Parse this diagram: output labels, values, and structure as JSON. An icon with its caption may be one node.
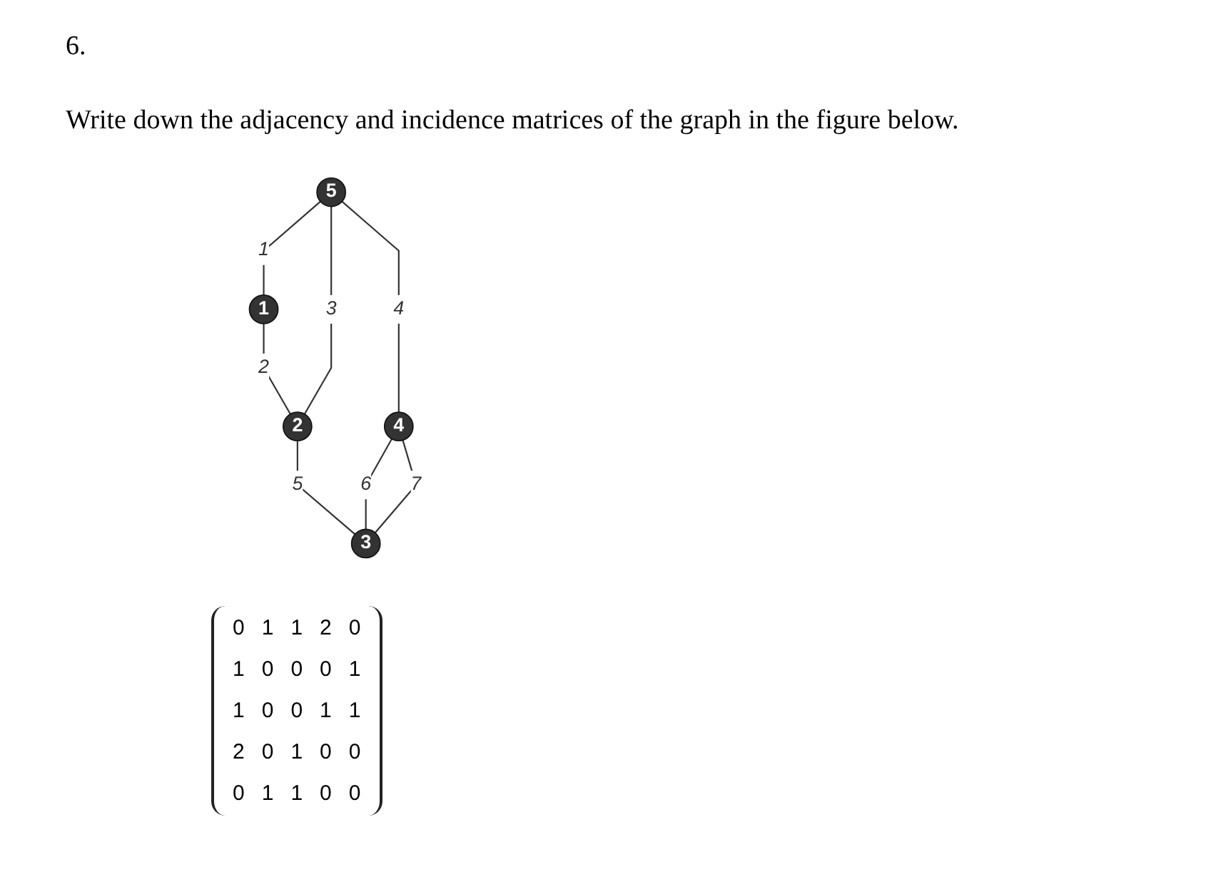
{
  "diagram": {
    "title": "6.",
    "nodes": [
      {
        "text": [
          "1"
        ]
      },
      {
        "text": [
          "5"
        ]
      },
      {
        "text": [
          "2"
        ]
      },
      {
        "text": [
          "4"
        ]
      },
      {
        "text": [
          "3"
        ]
      }
    ],
    "edges": [
      {
        "from": 1,
        "to": 0,
        "arrow": "none",
        "label": "1"
      },
      {
        "from": 0,
        "to": 2,
        "arrow": "none",
        "label": "2"
      },
      {
        "from": 1,
        "to": 2,
        "arrow": "none",
        "label": "3"
      },
      {
        "from": 1,
        "to": 3,
        "arrow": "none",
        "label": "4"
      },
      {
        "from": 2,
        "to": 4,
        "arrow": "none",
        "label": "5"
      },
      {
        "from": 3,
        "to": 4,
        "arrow": "none",
        "label": "6"
      },
      {
        "from": 3,
        "to": 4,
        "arrow": "none",
        "label": "7"
      }
    ],
    "labels": [
      "Write down the adjacency and incidence matrices of the graph in the figure below.",
      "0",
      "1",
      "1",
      "2",
      "0",
      "1",
      "0",
      "0",
      "0",
      "1",
      "1",
      "0",
      "0",
      "1",
      "1",
      "2",
      "0",
      "1",
      "0",
      "0",
      "0",
      "1",
      "1",
      "0",
      "0"
    ]
  }
}
